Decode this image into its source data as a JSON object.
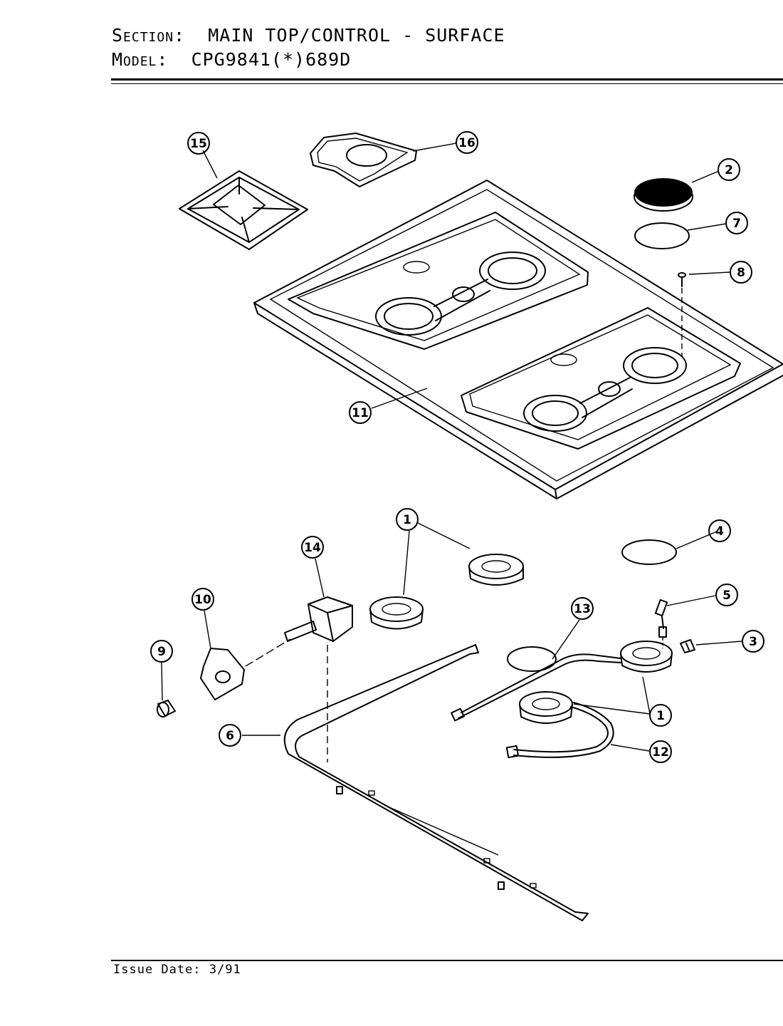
{
  "header": {
    "section_label": "Section:",
    "section_value": "MAIN TOP/CONTROL - SURFACE",
    "model_label": "Model:",
    "model_value": "CPG9841(*)689D"
  },
  "footer": {
    "issue_label": "Issue Date:",
    "issue_value": "3/91"
  },
  "callouts": [
    "15",
    "16",
    "2",
    "7",
    "8",
    "11",
    "1",
    "4",
    "14",
    "10",
    "9",
    "13",
    "5",
    "3",
    "6",
    "1",
    "12"
  ]
}
